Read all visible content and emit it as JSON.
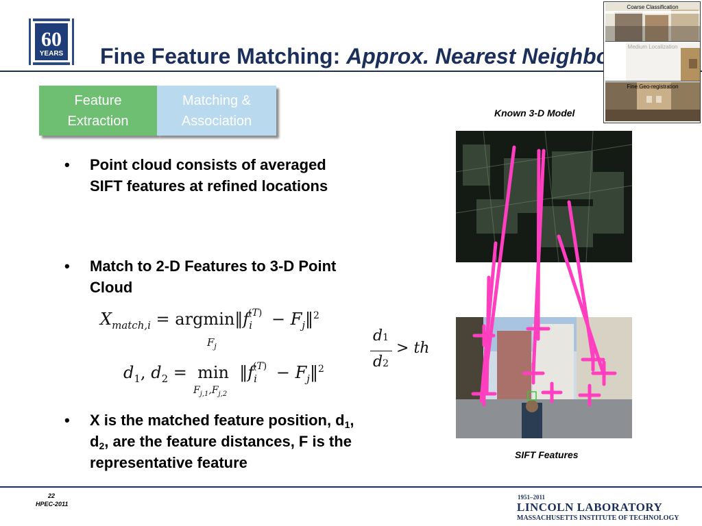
{
  "logo": {
    "number": "60",
    "label": "YEARS"
  },
  "title": {
    "main": "Fine Feature Matching: ",
    "italic": "Approx. Nearest Neighbor"
  },
  "thumbnails": [
    {
      "caption": "Coarse Classification",
      "active": true
    },
    {
      "caption": "Medium Localization",
      "active": false
    },
    {
      "caption": "Fine Geo-registration",
      "active": true
    }
  ],
  "process": {
    "feature_line1": "Feature",
    "feature_line2": "Extraction",
    "matching_line1": "Matching &",
    "matching_line2": "Association"
  },
  "bullets": {
    "b1_line1": "Point cloud consists of averaged",
    "b1_line2": "SIFT features at refined locations",
    "b2_line1": "Match to 2-D Features to 3-D Point",
    "b2_line2": "Cloud",
    "b3_line1_a": "X is the matched feature position, d",
    "b3_line1_sub": "1",
    "b3_line1_b": ",",
    "b3_line2_a": "d",
    "b3_line2_sub": "2",
    "b3_line2_b": ", are the feature distances, F is the",
    "b3_line3": "representative feature",
    "symbol": "•"
  },
  "right": {
    "model_caption": "Known 3-D Model",
    "sift_caption": "SIFT Features"
  },
  "footer": {
    "page": "22",
    "conference": "HPEC-2011",
    "years": "1951–2011",
    "lab": "LINCOLN LABORATORY",
    "institute": "MASSACHUSETTS INSTITUTE OF TECHNOLOGY"
  },
  "colors": {
    "title": "#1b2f5a",
    "feature_box": "#6fbf73",
    "matching_box": "#b9d9ef",
    "match_lines": "#ff3fbf"
  }
}
